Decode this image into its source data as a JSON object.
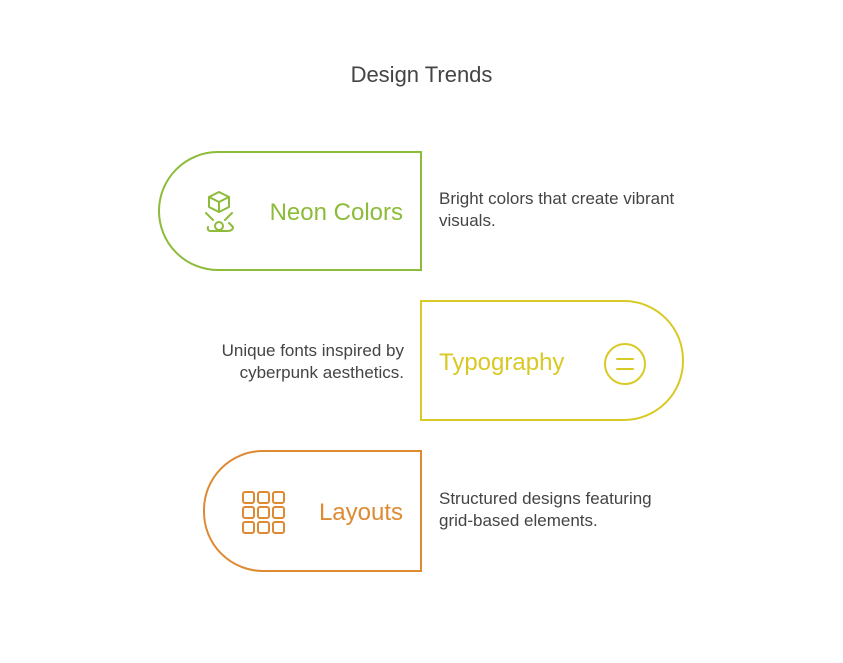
{
  "title": "Design Trends",
  "items": [
    {
      "label": "Neon Colors",
      "icon": "hologram-icon",
      "color": "#8dbb3a",
      "description_lines": [
        "Bright colors that create vibrant",
        "visuals."
      ]
    },
    {
      "label": "Typography",
      "icon": "equals-icon",
      "color": "#d9c925",
      "description_lines": [
        "Unique fonts inspired by",
        "cyberpunk aesthetics."
      ]
    },
    {
      "label": "Layouts",
      "icon": "grid-icon",
      "color": "#de8a33",
      "description_lines": [
        "Structured designs featuring",
        "grid-based elements."
      ]
    }
  ]
}
